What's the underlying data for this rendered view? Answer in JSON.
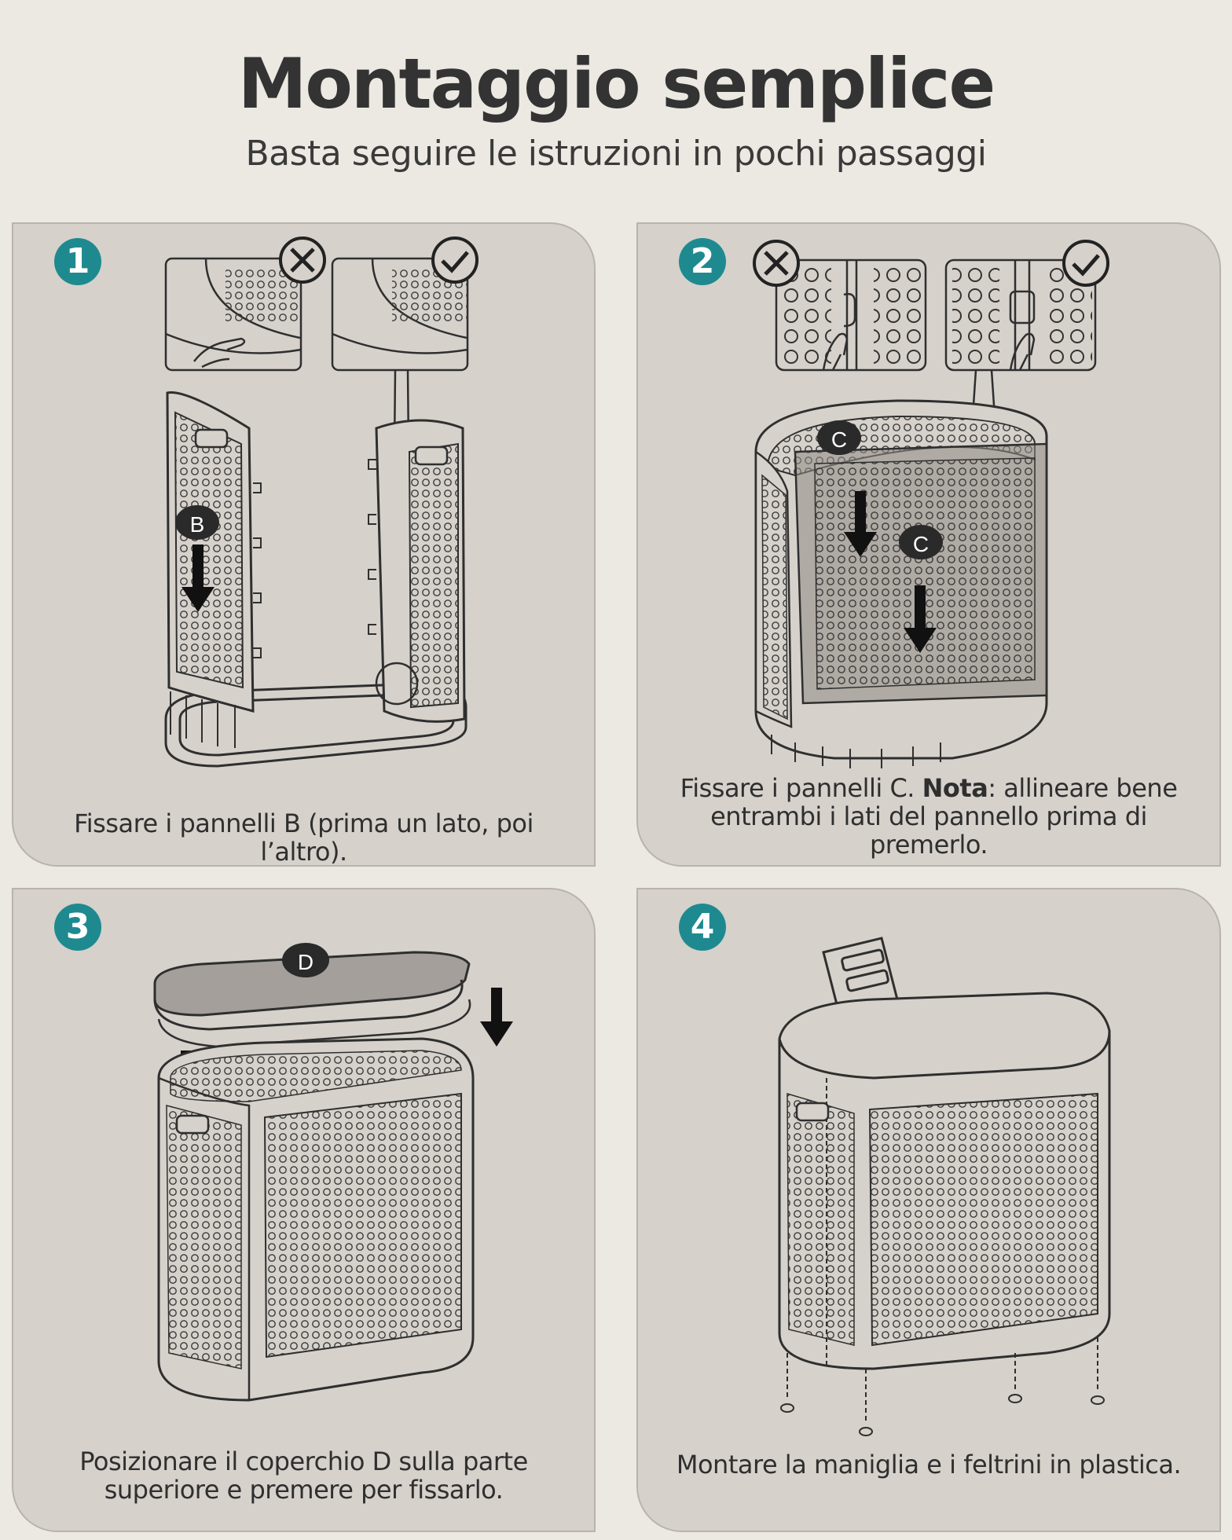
{
  "header": {
    "title": "Montaggio semplice",
    "subtitle": "Basta seguire le istruzioni in pochi passaggi"
  },
  "colors": {
    "background": "#ece8e2",
    "panel": "#d6d1cb",
    "badge": "#1e8a90"
  },
  "steps": [
    {
      "number": "1",
      "caption": "Fissare i pannelli B (prima un lato, poi l’altro).",
      "part_label": "B"
    },
    {
      "number": "2",
      "caption_pre": "Fissare i pannelli C. ",
      "caption_bold": "Nota",
      "caption_post": ": allineare bene entrambi i lati del pannello prima di premerlo.",
      "part_label": "C"
    },
    {
      "number": "3",
      "caption": "Posizionare il coperchio D sulla parte superiore e premere per fissarlo.",
      "part_label": "D"
    },
    {
      "number": "4",
      "caption": "Montare la maniglia e i feltrini in plastica."
    }
  ]
}
